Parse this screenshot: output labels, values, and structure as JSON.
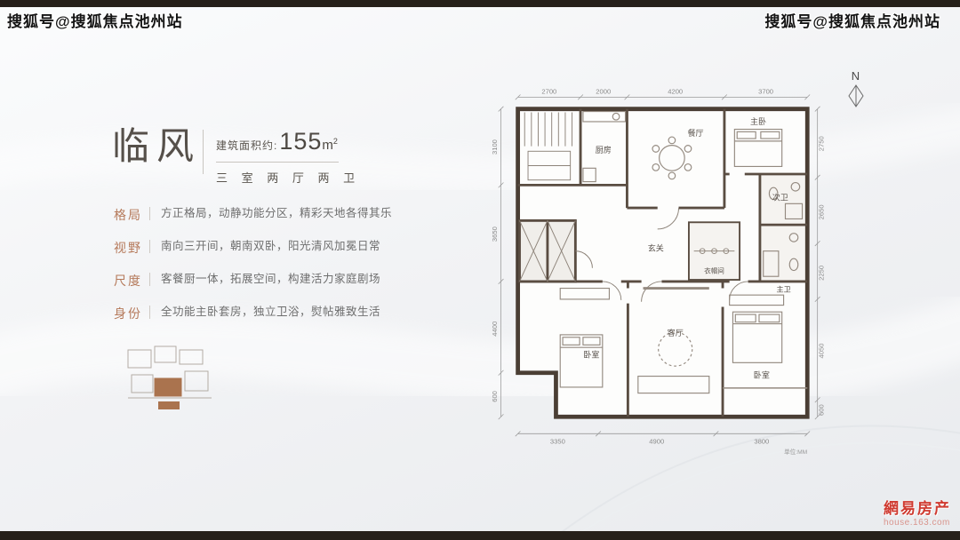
{
  "watermarks": {
    "top_left": "搜狐号@搜狐焦点池州站",
    "top_right": "搜狐号@搜狐焦点池州站"
  },
  "brand_footer": {
    "name": "網易房产",
    "site": "house.163.com"
  },
  "unit": {
    "name": "临风",
    "area_prefix": "建筑面积约:",
    "area_number": "155",
    "area_unit": "m",
    "area_sup": "2",
    "rooms_summary": "三 室 两 厅 两 卫"
  },
  "features": [
    {
      "label": "格局",
      "text": "方正格局，动静功能分区，精彩天地各得其乐"
    },
    {
      "label": "视野",
      "text": "南向三开间，朝南双卧，阳光清风加冕日常"
    },
    {
      "label": "尺度",
      "text": "客餐厨一体，拓展空间，构建活力家庭剧场"
    },
    {
      "label": "身份",
      "text": "全功能主卧套房，独立卫浴，熨帖雅致生活"
    }
  ],
  "compass_label": "N",
  "plan": {
    "rooms": [
      {
        "label": "厨房"
      },
      {
        "label": "餐厅"
      },
      {
        "label": "主卧"
      },
      {
        "label": "次卫"
      },
      {
        "label": "玄关"
      },
      {
        "label": "衣帽间"
      },
      {
        "label": "主卫"
      },
      {
        "label": "卧室"
      },
      {
        "label": "客厅"
      },
      {
        "label": "卧室"
      }
    ],
    "dims_top": [
      "2700",
      "2000",
      "4200",
      "3700"
    ],
    "dims_bottom": [
      "3350",
      "4900",
      "3800"
    ],
    "dims_left": [
      "3100",
      "3650",
      "4400",
      "600"
    ],
    "dims_right": [
      "2750",
      "2650",
      "2250",
      "4050",
      "600"
    ],
    "scale_note": "单位:MM"
  }
}
